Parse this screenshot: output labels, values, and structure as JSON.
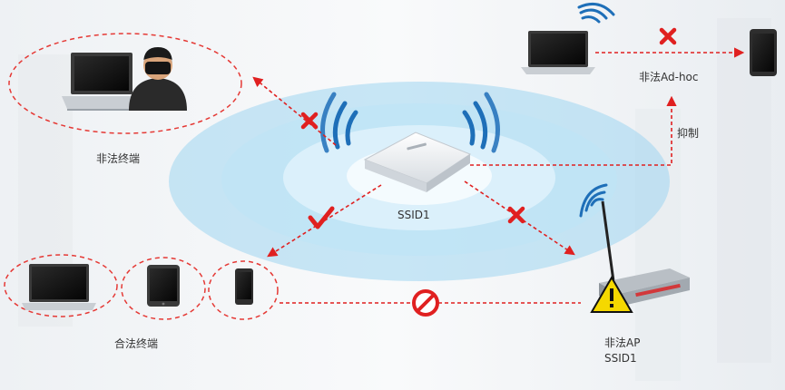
{
  "labels": {
    "illegal_terminal": "非法终端",
    "illegal_adhoc": "非法Ad-hoc",
    "suppress": "抑制",
    "ssid": "SSID1",
    "legal_terminal": "合法终端",
    "rogue_ap_line1": "非法AP",
    "rogue_ap_line2": "SSID1"
  },
  "colors": {
    "signal_blue": "#1e6fb8",
    "arrow_red": "#e02020",
    "ellipse_red": "#e53935",
    "zone_blue": "#7cc6ec",
    "check_red": "#e02020"
  }
}
